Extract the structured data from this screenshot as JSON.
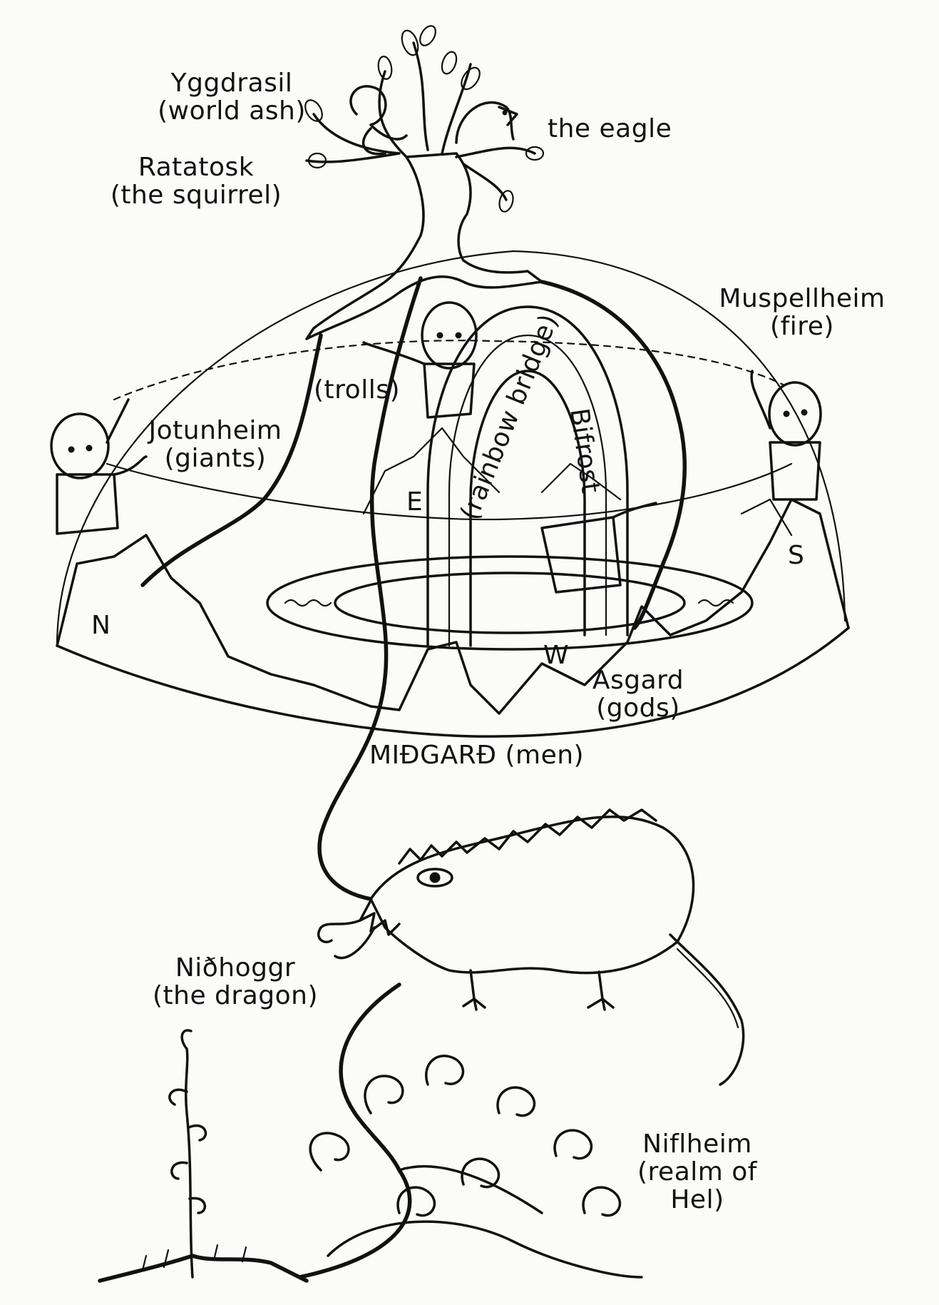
{
  "labels": {
    "yggdrasil": "Yggdrasil\n(world ash)",
    "eagle": "the eagle",
    "ratatosk": "Ratatosk\n(the squirrel)",
    "muspellheim": "Muspellheim\n(fire)",
    "trolls": "(trolls)",
    "jotunheim": "Jotunheim\n(giants)",
    "rainbow_bridge": "(rainbow bridge)",
    "bifrost": "Bifrost",
    "north": "N",
    "east": "E",
    "south": "S",
    "west": "W",
    "asgard": "Asgard\n(gods)",
    "midgard": "MIĐGARĐ (men)",
    "nidhoggr": "Niðhoggr\n(the dragon)",
    "niflheim": "Niflheim\n(realm of\nHel)"
  },
  "colors": {
    "ink": "#111111",
    "paper": "#fbfbf9"
  }
}
